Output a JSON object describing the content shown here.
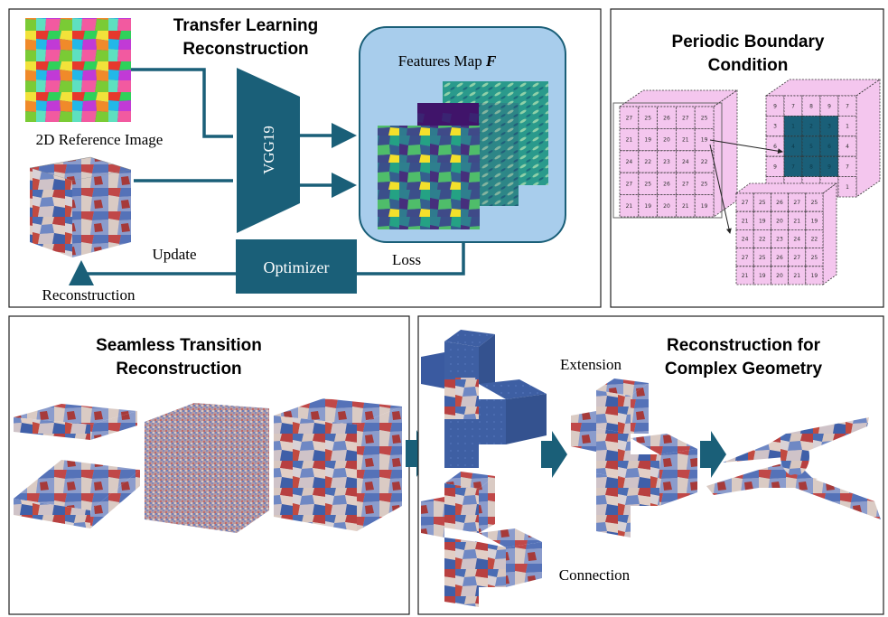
{
  "panels": {
    "transfer": {
      "title_line1": "Transfer Learning",
      "title_line2": "Reconstruction",
      "ref_image_label": "2D Reference Image",
      "network_label": "VGG19",
      "features_label_text": "Features Map ",
      "features_label_symbol": "F",
      "optimizer_label": "Optimizer",
      "update_label": "Update",
      "loss_label": "Loss",
      "reconstruction_label": "Reconstruction"
    },
    "periodic": {
      "title_line1": "Periodic Boundary",
      "title_line2": "Condition",
      "front_grid": [
        [
          "27",
          "25",
          "26",
          "27",
          "25"
        ],
        [
          "21",
          "19",
          "20",
          "21",
          "19"
        ],
        [
          "24",
          "22",
          "23",
          "24",
          "22"
        ],
        [
          "27",
          "25",
          "26",
          "27",
          "25"
        ],
        [
          "21",
          "19",
          "20",
          "21",
          "19"
        ]
      ],
      "right_grid": [
        [
          "9",
          "7",
          "8",
          "9",
          "7"
        ],
        [
          "3",
          "1",
          "2",
          "3",
          "1"
        ],
        [
          "6",
          "4",
          "5",
          "6",
          "4"
        ],
        [
          "9",
          "7",
          "8",
          "9",
          "7"
        ],
        [
          "3",
          "1",
          "2",
          "3",
          "1"
        ]
      ],
      "bottom_grid": [
        [
          "27",
          "25",
          "26",
          "27",
          "25"
        ],
        [
          "21",
          "19",
          "20",
          "21",
          "19"
        ],
        [
          "24",
          "22",
          "23",
          "24",
          "22"
        ],
        [
          "27",
          "25",
          "26",
          "27",
          "25"
        ],
        [
          "21",
          "19",
          "20",
          "21",
          "19"
        ]
      ],
      "cell_color": "#f4c6ee",
      "highlight_color": "#1a5f78"
    },
    "seamless": {
      "title_line1": "Seamless Transition",
      "title_line2": "Reconstruction"
    },
    "complex": {
      "title_line1": "Reconstruction for",
      "title_line2": "Complex Geometry",
      "extension_label": "Extension",
      "connection_label": "Connection"
    }
  },
  "colors": {
    "accent": "#1a5f78",
    "feature_bg": "#a8cdec",
    "grain_blue": "#3b5ba5",
    "grain_red": "#b03a3a",
    "solid_blue": "#3e5fa3"
  }
}
